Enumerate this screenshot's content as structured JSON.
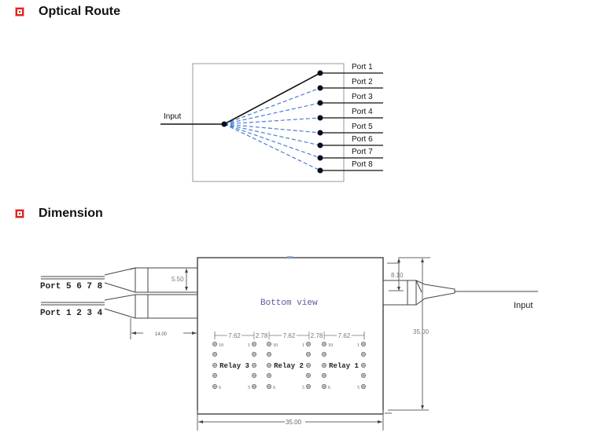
{
  "sections": {
    "optical_route": {
      "title": "Optical Route"
    },
    "dimension": {
      "title": "Dimension"
    }
  },
  "optical_route": {
    "input_label": "Input",
    "ports": [
      "Port 1",
      "Port 2",
      "Port 3",
      "Port 4",
      "Port 5",
      "Port 6",
      "Port 7",
      "Port 8"
    ],
    "active_port_index": 0,
    "colors": {
      "active": "#111111",
      "inactive": "#4a7fd0"
    }
  },
  "dimension": {
    "left_port_labels": [
      "Port 5 6 7 8",
      "Port 1 2 3 4"
    ],
    "right_label": "Input",
    "view_label": "Bottom view",
    "dims": {
      "tube_height": "5.50",
      "tube_length": "14.00",
      "right_offset": "8.10",
      "body_height": "35.00",
      "body_width": "35.00",
      "pitch_a": "7.62",
      "pitch_b": "2.78"
    },
    "relays": [
      {
        "label": "Relay 3",
        "pin_top_left": "10",
        "pin_top_right": "1",
        "pin_bottom_left": "6",
        "pin_bottom_right": "5"
      },
      {
        "label": "Relay 2",
        "pin_top_left": "10",
        "pin_top_right": "1",
        "pin_bottom_left": "6",
        "pin_bottom_right": "5"
      },
      {
        "label": "Relay 1",
        "pin_top_left": "10",
        "pin_top_right": "1",
        "pin_bottom_left": "6",
        "pin_bottom_right": "5"
      }
    ]
  }
}
